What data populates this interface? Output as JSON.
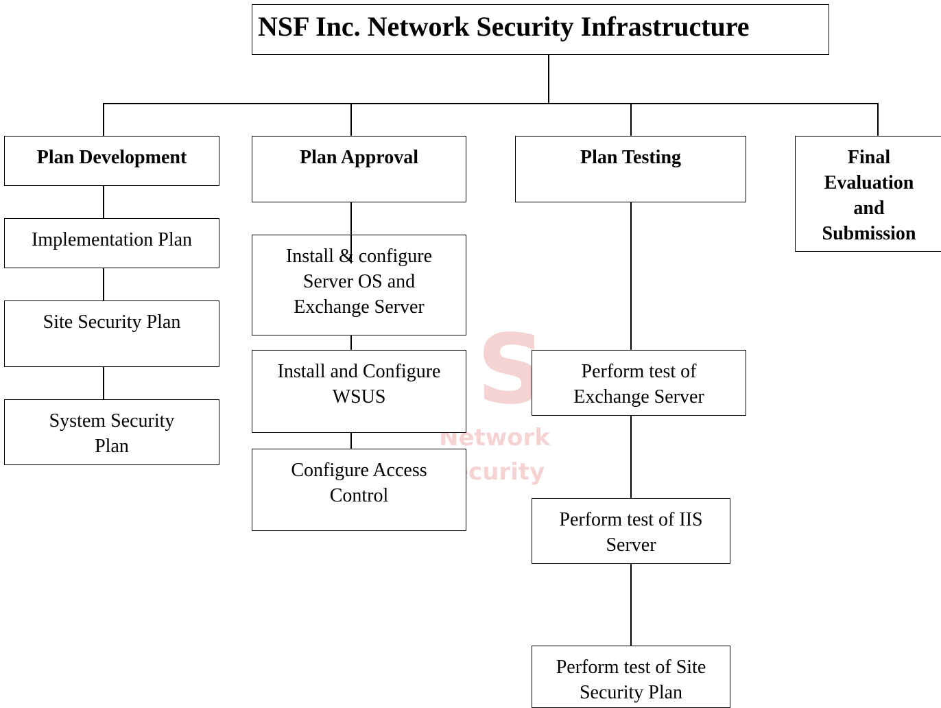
{
  "title": "NSF Inc. Network Security Infrastructure",
  "watermark": {
    "letter": "S",
    "line1": "Network",
    "line2": "ecurity"
  },
  "branches": [
    {
      "heading": "Plan Development",
      "tasks": [
        "Implementation Plan",
        "Site Security Plan",
        "System Security Plan"
      ]
    },
    {
      "heading": "Plan Approval",
      "tasks": [
        "Install & configure Server OS and Exchange Server",
        "Install and Configure WSUS",
        "Configure Access Control"
      ]
    },
    {
      "heading": "Plan Testing",
      "tasks": [
        "Perform test of Exchange Server",
        "Perform test of IIS Server",
        "Perform test of Site Security Plan"
      ]
    },
    {
      "heading": "Final Evaluation and Submission",
      "tasks": []
    }
  ]
}
